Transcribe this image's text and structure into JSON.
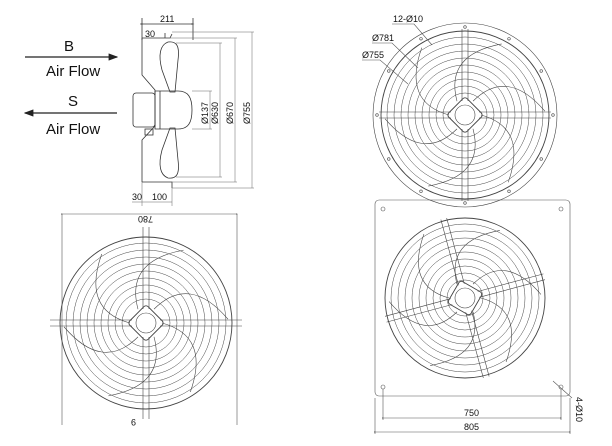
{
  "airflow": {
    "b_label": "B",
    "s_label": "S",
    "b_caption": "Air Flow",
    "s_caption": "Air Flow"
  },
  "side_view": {
    "depth_total": "211",
    "flange_top": "30",
    "flange_bottom": "30",
    "depth_bottom": "100",
    "dia_motor": "Ø137",
    "dia_blade": "Ø630",
    "dia_ring": "Ø670",
    "dia_outer": "Ø755"
  },
  "front_round": {
    "holes": "12-Ø10",
    "dia_bolt_circle": "Ø781",
    "dia_inner": "Ø755"
  },
  "front_grill": {
    "width": "780",
    "bottom_label": "9"
  },
  "square_plate": {
    "hole_spacing": "750",
    "plate_width": "805",
    "holes": "4-Ø10"
  },
  "colors": {
    "line": "#333333",
    "thin": "#777777"
  }
}
